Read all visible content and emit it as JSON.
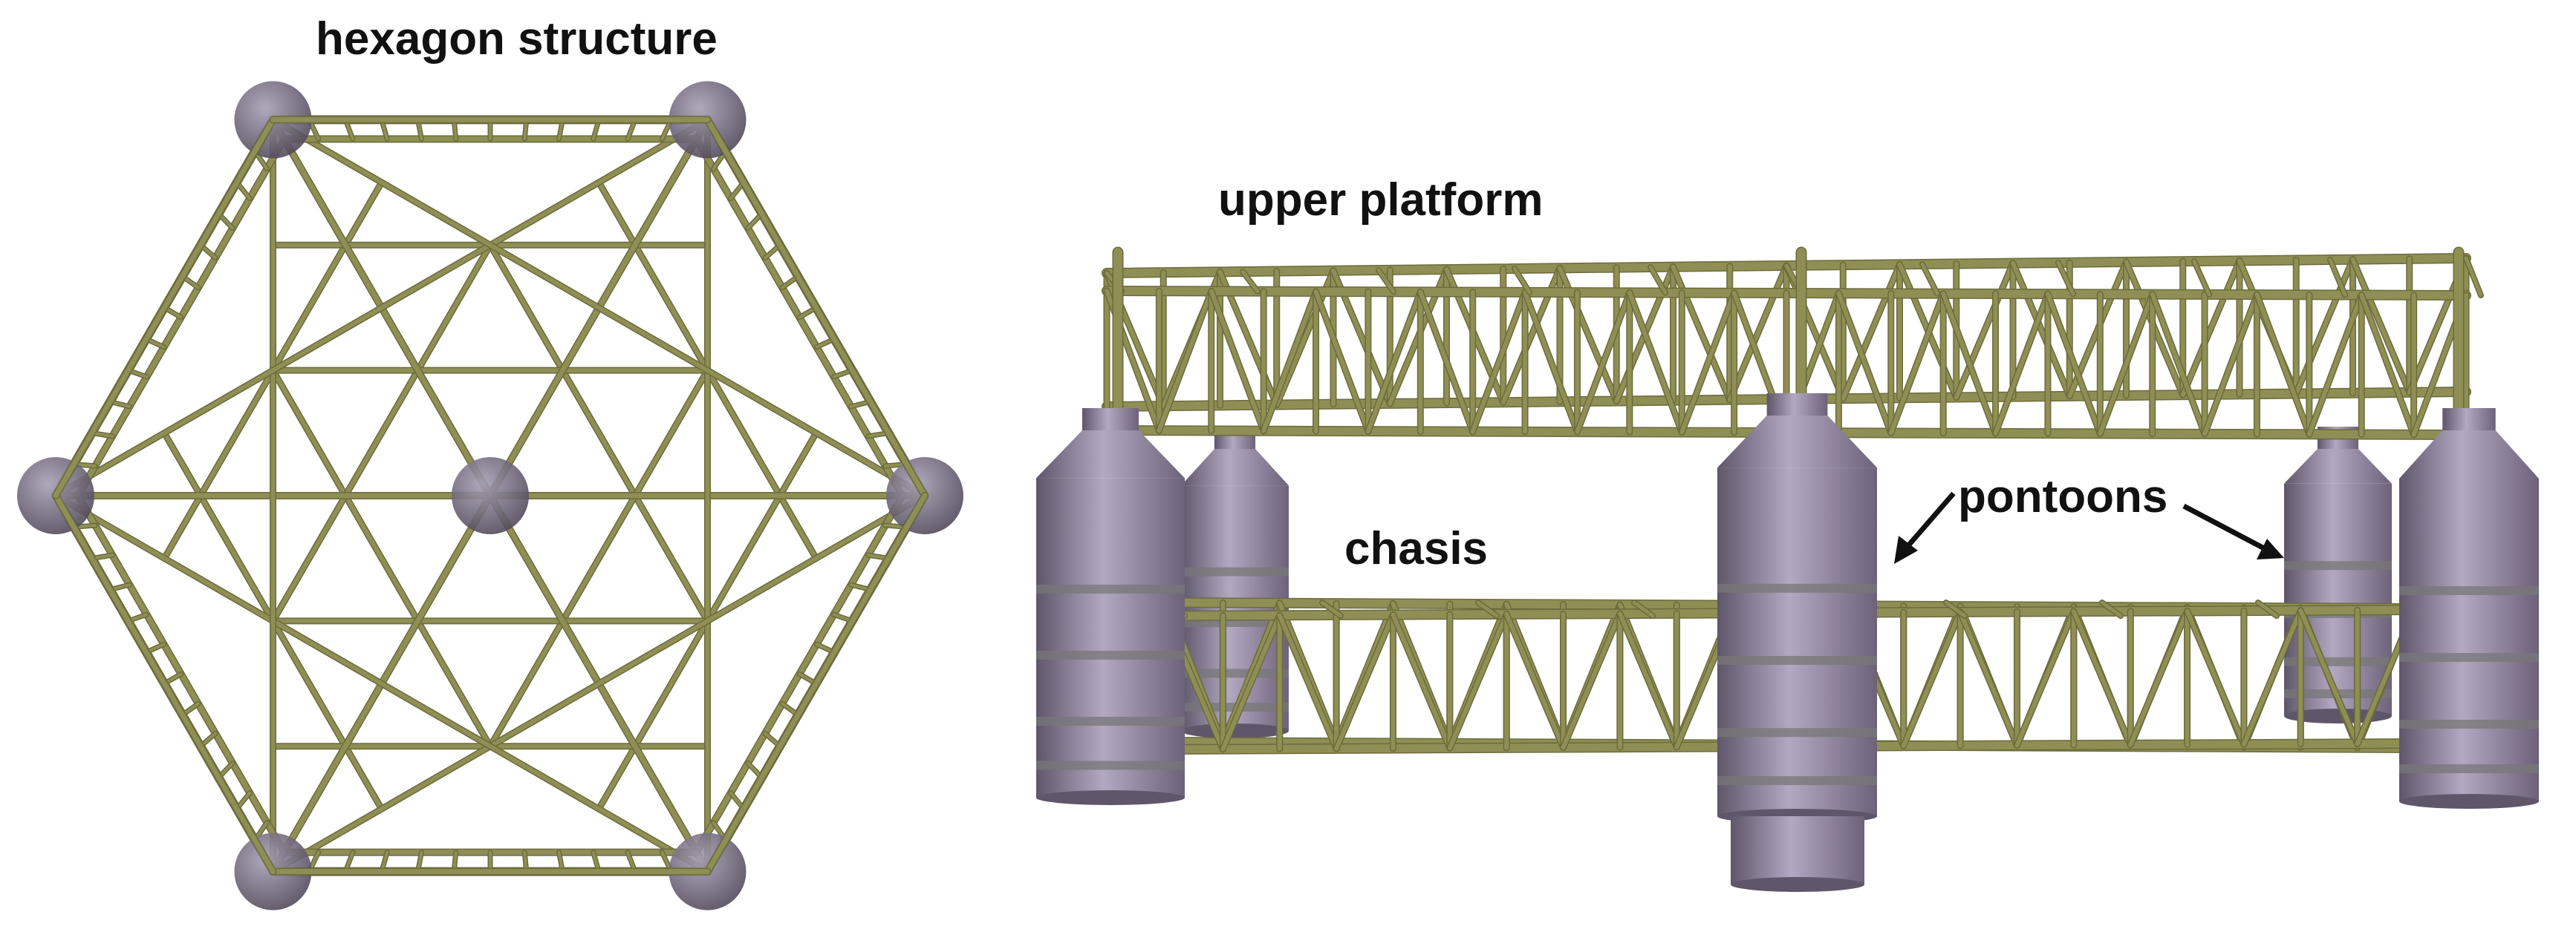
{
  "labels": {
    "hexagon": "hexagon structure",
    "upper_platform": "upper platform",
    "chasis": "chasis",
    "pontoons": "pontoons"
  },
  "colors": {
    "frame": "#8f8f55",
    "frame_dark": "#6b6b3c",
    "frame_light": "#b9b97c",
    "pontoon": "#8a7d98",
    "pontoon_light": "#b3a8c1",
    "pontoon_dark": "#5f566b",
    "pontoon_band": "#777777",
    "text": "#111111"
  }
}
